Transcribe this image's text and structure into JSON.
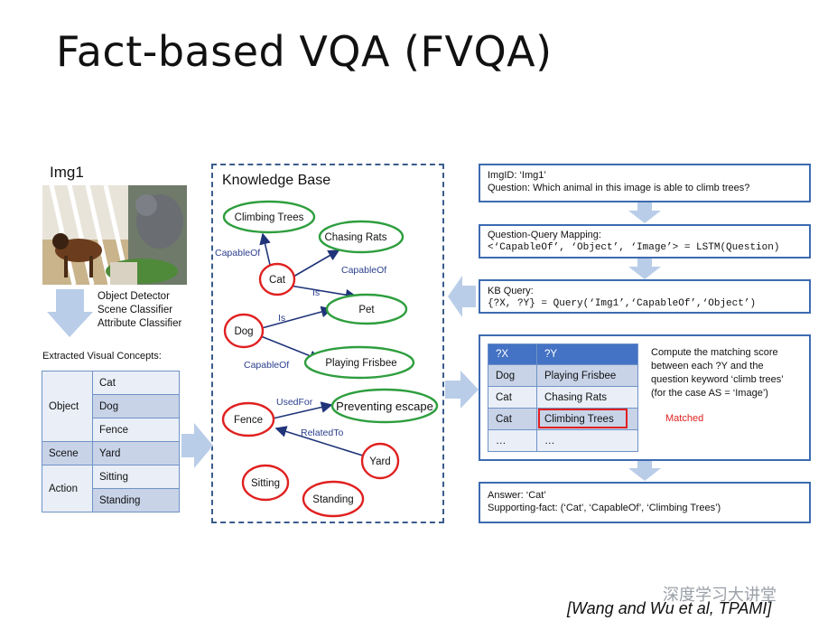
{
  "title": "Fact-based VQA (FVQA)",
  "left_panel": {
    "img_label": "Img1",
    "detectors": [
      "Object Detector",
      "Scene Classifier",
      "Attribute Classifier"
    ],
    "extracted_label": "Extracted Visual Concepts:",
    "concepts": [
      {
        "category": "Object",
        "items": [
          "Cat",
          "Dog",
          "Fence"
        ]
      },
      {
        "category": "Scene",
        "items": [
          "Yard"
        ]
      },
      {
        "category": "Action",
        "items": [
          "Sitting",
          "Standing"
        ]
      }
    ]
  },
  "knowledge_base": {
    "title": "Knowledge Base",
    "nodes": {
      "climbing_trees": "Climbing Trees",
      "chasing_rats": "Chasing Rats",
      "cat": "Cat",
      "pet": "Pet",
      "dog": "Dog",
      "playing_frisbee": "Playing Frisbee",
      "fence": "Fence",
      "preventing_escape": "Preventing escape",
      "yard": "Yard",
      "sitting": "Sitting",
      "standing": "Standing"
    },
    "edges": {
      "cat_climbing": "CapableOf",
      "cat_chasing": "CapableOf",
      "cat_pet": "Is",
      "dog_pet": "Is",
      "dog_frisbee": "CapableOf",
      "fence_escape": "UsedFor",
      "yard_fence": "RelatedTo"
    }
  },
  "right_panel": {
    "question_box": {
      "line1": "ImgID: ‘Img1’",
      "line2": "Question: Which animal in this image is able to climb trees?"
    },
    "mapping_box": {
      "line1": "Question-Query Mapping:",
      "line2": "<‘CapableOf’, ‘Object’, ‘Image’> = LSTM(Question)"
    },
    "kb_query_box": {
      "line1": "KB Query:",
      "line2": "{?X, ?Y} = Query(‘Img1’,‘CapableOf’,‘Object’)"
    },
    "score_table": {
      "headers": [
        "?X",
        "?Y"
      ],
      "rows": [
        [
          "Dog",
          "Playing Frisbee"
        ],
        [
          "Cat",
          "Chasing Rats"
        ],
        [
          "Cat",
          "Climbing Trees"
        ],
        [
          "…",
          "…"
        ]
      ]
    },
    "compute_text": {
      "line1": "Compute the matching score",
      "line2": "between each ?Y and the",
      "line3": "question keyword ‘climb trees’",
      "line4": "(for the case AS = ‘Image’)"
    },
    "matched_label": "Matched",
    "answer_box": {
      "line1": "Answer: ‘Cat’",
      "line2": "Supporting-fact: (‘Cat’, ‘CapableOf’, ‘Climbing Trees’)"
    }
  },
  "watermark": "深度学习大讲堂",
  "citation": "[Wang and Wu et al, TPAMI]",
  "colors": {
    "green_node": "#2e9e3e",
    "red_node": "#e02020",
    "edge": "#1f3479",
    "box_border": "#3d6bb0",
    "arrow_fill": "#b9cde8",
    "header": "#4472c4"
  }
}
